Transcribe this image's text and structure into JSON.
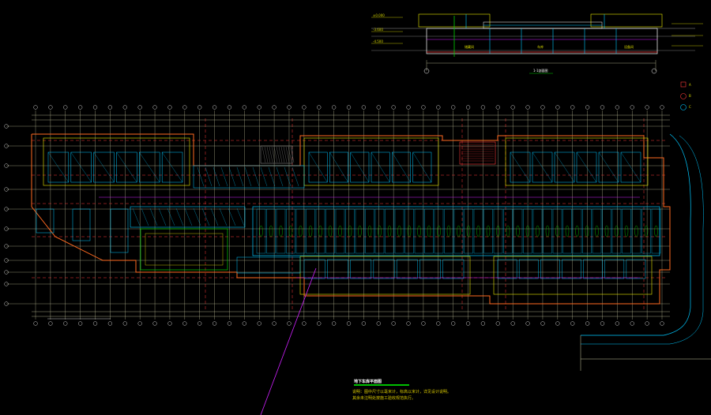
{
  "drawing": {
    "background": "#000000",
    "colors": {
      "axis": "#c8c8a0",
      "grid_red": "#ff3a3a",
      "wall": "#ff6a20",
      "cyan": "#00c8ff",
      "yellow": "#e8e800",
      "green": "#00d000",
      "magenta": "#d020ff",
      "white": "#ffffff",
      "grey": "#9a9a9a"
    }
  },
  "section": {
    "level_labels": [
      "±0.000",
      "-3.600",
      "-4.500"
    ],
    "room_labels": [
      "储藏间",
      "车库",
      "设备间"
    ],
    "caption": "1-1剖面图"
  },
  "legend": {
    "items": [
      "A",
      "B",
      "C"
    ]
  },
  "plan": {
    "title": "地下车库平面图",
    "notes": [
      "说明：图中尺寸以毫米计，标高以米计，详见设计说明。",
      "其余未注明处按施工验收规范执行。"
    ]
  }
}
